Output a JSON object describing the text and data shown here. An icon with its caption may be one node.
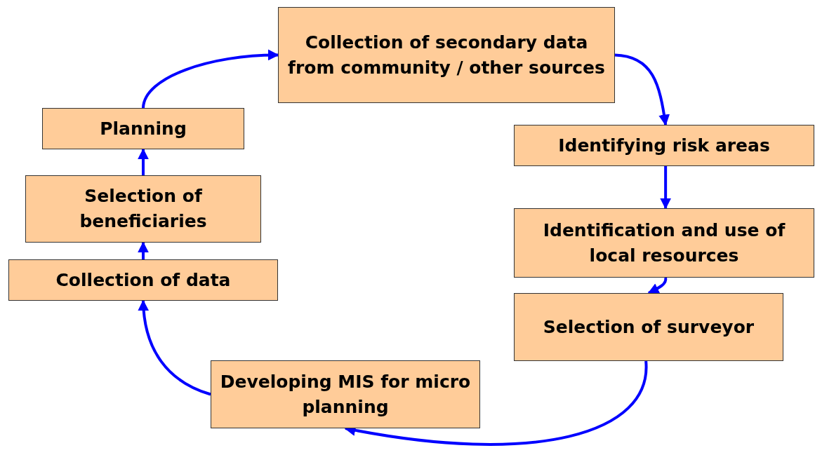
{
  "diagram": {
    "nodes": [
      {
        "text": [
          "Collection of secondary data from community / other sources"
        ]
      },
      {
        "text": [
          "Identifying risk areas"
        ]
      },
      {
        "text": [
          "Identification and use of local resources"
        ]
      },
      {
        "text": [
          "Selection of surveyor"
        ]
      },
      {
        "text": [
          "Developing MIS for micro planning"
        ]
      },
      {
        "text": [
          "Collection of data"
        ]
      },
      {
        "text": [
          "Selection of beneficiaries"
        ]
      },
      {
        "text": [
          "Planning"
        ]
      }
    ],
    "edges": [
      {
        "from": 0,
        "to": 1,
        "arrow": "to"
      },
      {
        "from": 1,
        "to": 2,
        "arrow": "to"
      },
      {
        "from": 2,
        "to": 3,
        "arrow": "to"
      },
      {
        "from": 3,
        "to": 4,
        "arrow": "to"
      },
      {
        "from": 4,
        "to": 5,
        "arrow": "to"
      },
      {
        "from": 5,
        "to": 6,
        "arrow": "to"
      },
      {
        "from": 6,
        "to": 7,
        "arrow": "to"
      },
      {
        "from": 7,
        "to": 0,
        "arrow": "to"
      }
    ]
  }
}
